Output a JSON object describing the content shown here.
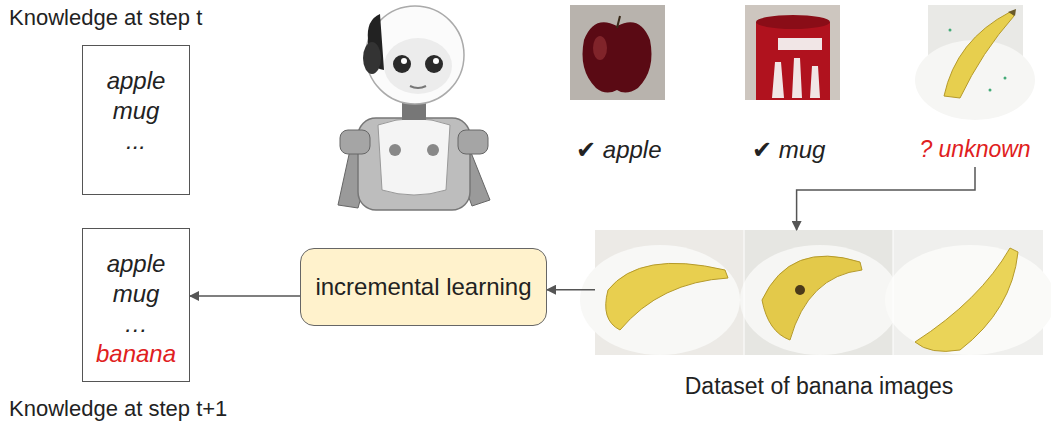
{
  "diagram": {
    "nodes": [
      {
        "text": [
          "Knowledge at step t",
          "apple",
          "mug",
          "..."
        ]
      },
      {
        "text": [
          "apple",
          "mug",
          "…",
          "banana",
          "Knowledge at step t+1"
        ]
      },
      {
        "text": [
          "incremental learning"
        ]
      },
      {
        "text": [
          "Dataset of banana images"
        ]
      },
      {
        "text": [
          "? unknown"
        ]
      }
    ],
    "edges": [
      {
        "from": 4,
        "to": 3,
        "arrow": "to"
      },
      {
        "from": 3,
        "to": 2,
        "arrow": "to"
      },
      {
        "from": 2,
        "to": 1,
        "arrow": "to"
      }
    ],
    "labels": [
      "✔ apple",
      "✔ mug"
    ]
  }
}
